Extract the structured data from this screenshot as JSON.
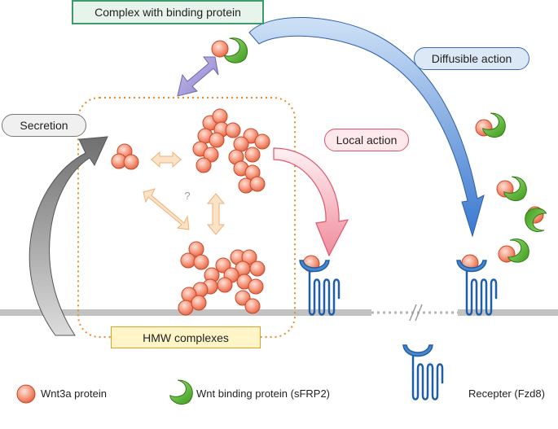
{
  "labels": {
    "complex_with_binding_protein": "Complex with binding protein",
    "diffusible_action": "Diffusible action",
    "local_action": "Local action",
    "secretion": "Secretion",
    "hmw_complexes": "HMW complexes",
    "question_mark": "?"
  },
  "legend": {
    "wnt3a": "Wnt3a protein",
    "binding_protein": "Wnt binding protein (sFRP2)",
    "receptor": "Recepter (Fzd8)"
  },
  "colors": {
    "wnt_protein": "#f08a72",
    "binding_protein": "#5cb531",
    "receptor": "#2b6cb0",
    "membrane": "#bdbdbd",
    "hmw_border": "#ee8a1f",
    "diffusible_arrow": "#4a86d4",
    "local_arrow": "#e76b7f",
    "secretion_arrow": "#8a8a8a",
    "binding_arrow": "#9a8fd0",
    "equilibrium_arrow": "#f7c89b"
  }
}
